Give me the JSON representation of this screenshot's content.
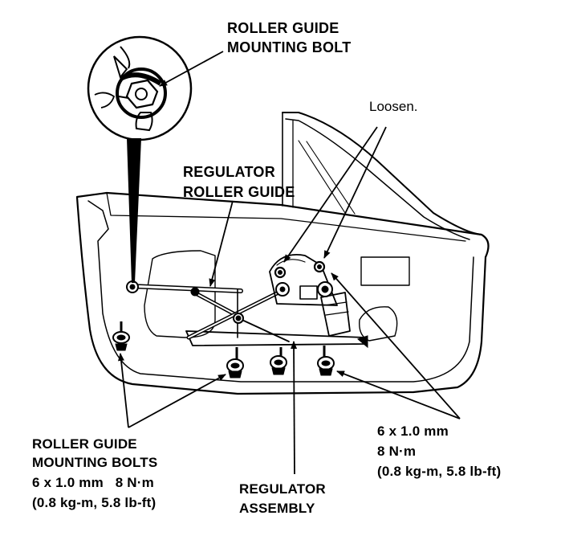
{
  "labels": {
    "roller_guide_mounting_bolt": [
      "ROLLER GUIDE",
      "MOUNTING BOLT"
    ],
    "loosen": "Loosen.",
    "regulator_roller_guide": [
      "REGULATOR",
      "ROLLER GUIDE"
    ],
    "roller_guide_mounting_bolts": [
      "ROLLER GUIDE",
      "MOUNTING BOLTS",
      "6 x 1.0 mm   8 N·m",
      "(0.8 kg-m, 5.8 lb-ft)"
    ],
    "regulator_assembly": [
      "REGULATOR",
      "ASSEMBLY"
    ],
    "regulator_bolts_torque": [
      "6 x 1.0 mm",
      "8 N·m",
      "(0.8 kg-m, 5.8 lb-ft)"
    ]
  }
}
